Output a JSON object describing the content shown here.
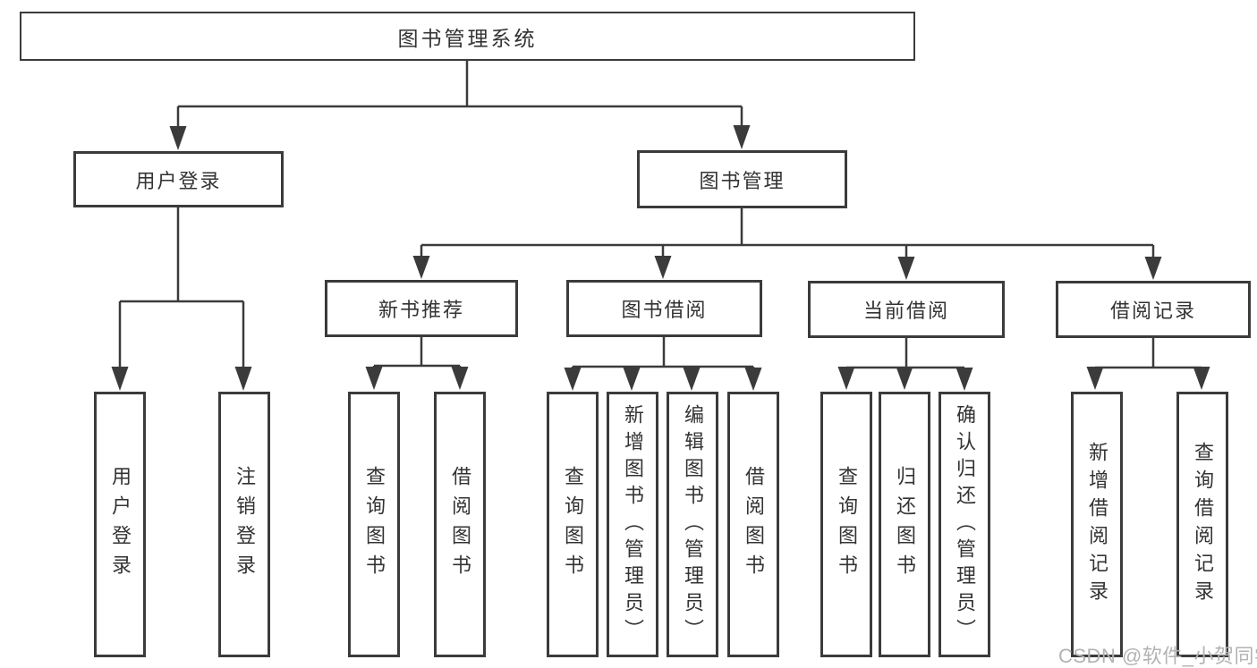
{
  "tree": {
    "label": "图书管理系统",
    "children": [
      {
        "label": "用户登录",
        "children": [
          {
            "label": "用户登录"
          },
          {
            "label": "注销登录"
          }
        ]
      },
      {
        "label": "图书管理",
        "children": [
          {
            "label": "新书推荐",
            "children": [
              {
                "label": "查询图书"
              },
              {
                "label": "借阅图书"
              }
            ]
          },
          {
            "label": "图书借阅",
            "children": [
              {
                "label": "查询图书"
              },
              {
                "label": "新增图书（管理员）"
              },
              {
                "label": "编辑图书（管理员）"
              },
              {
                "label": "借阅图书"
              }
            ]
          },
          {
            "label": "当前借阅",
            "children": [
              {
                "label": "查询图书"
              },
              {
                "label": "归还图书"
              },
              {
                "label": "确认归还（管理员）"
              }
            ]
          },
          {
            "label": "借阅记录",
            "children": [
              {
                "label": "新增借阅记录"
              },
              {
                "label": "查询借阅记录"
              }
            ]
          }
        ]
      }
    ]
  },
  "watermark": {
    "text": "CSDN @软件_小贺同学"
  },
  "colors": {
    "line": "#3b3b3b",
    "text": "#333333",
    "background": "#ffffff",
    "watermark": "#b3b3b3"
  }
}
